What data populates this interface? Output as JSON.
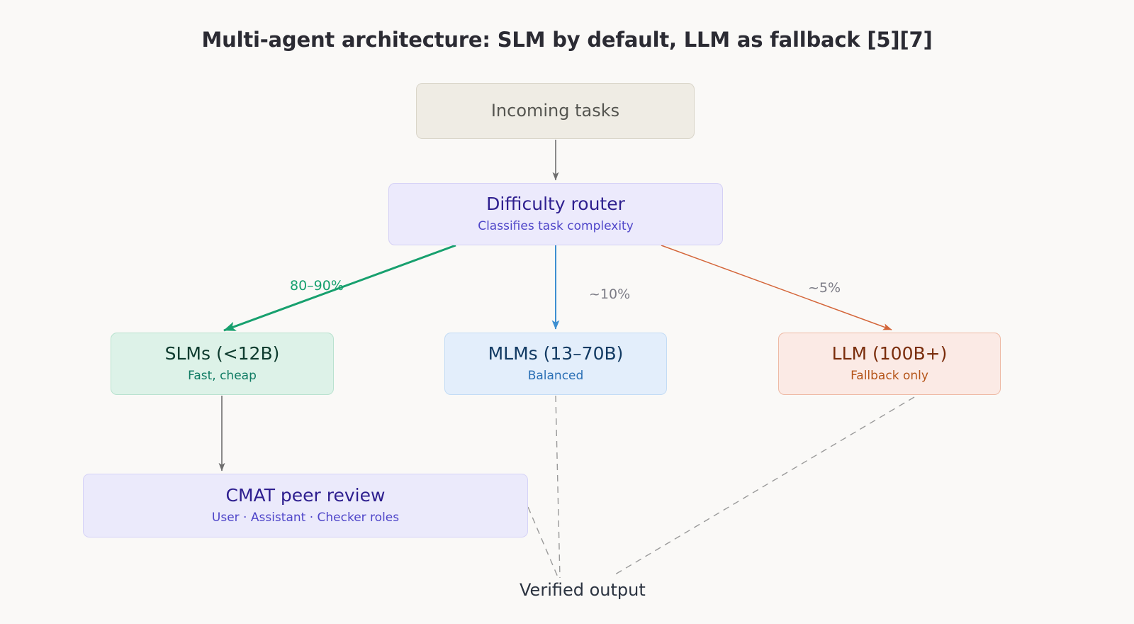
{
  "title": "Multi-agent architecture: SLM by default, LLM as fallback [5][7]",
  "colors": {
    "background": "#faf9f7",
    "title_text": "#2b2b33",
    "slm_accent": "#17a06e",
    "mlm_accent": "#3d8fd1",
    "llm_accent": "#d4663a",
    "neutral_edge": "#6e6e6e",
    "dashed_edge": "#9a9a9a",
    "label_gray": "#7c7c86"
  },
  "nodes": {
    "incoming": {
      "label": "Incoming tasks",
      "subtitle": "",
      "fill": "#efece4",
      "border": "#d9d5c9"
    },
    "router": {
      "label": "Difficulty router",
      "subtitle": "Classifies task complexity",
      "fill": "#eceafc",
      "border": "#d4d0f5"
    },
    "slm": {
      "label": "SLMs (<12B)",
      "subtitle": "Fast, cheap",
      "fill": "#ddf2e8",
      "border": "#b9e2cf"
    },
    "mlm": {
      "label": "MLMs (13–70B)",
      "subtitle": "Balanced",
      "fill": "#e3eefb",
      "border": "#c3dcf5"
    },
    "llm": {
      "label": "LLM (100B+)",
      "subtitle": "Fallback only",
      "fill": "#fbeae5",
      "border": "#eeb9a4"
    },
    "cmat": {
      "label": "CMAT peer review",
      "subtitle": "User · Assistant · Checker roles",
      "fill": "#ebeafb",
      "border": "#d6d3f7"
    },
    "verified": {
      "label": "Verified output",
      "subtitle": "",
      "fill": "none",
      "border": "none"
    }
  },
  "edges": [
    {
      "from": "incoming",
      "to": "router",
      "label": "",
      "style": "solid",
      "color": "#6e6e6e",
      "width": 1.6,
      "arrow": true
    },
    {
      "from": "router",
      "to": "slm",
      "label": "80–90%",
      "style": "solid",
      "color": "#17a06e",
      "width": 3,
      "arrow": true
    },
    {
      "from": "router",
      "to": "mlm",
      "label": "~10%",
      "style": "solid",
      "color": "#3d8fd1",
      "width": 2,
      "arrow": true
    },
    {
      "from": "router",
      "to": "llm",
      "label": "~5%",
      "style": "solid",
      "color": "#d4663a",
      "width": 1.5,
      "arrow": true
    },
    {
      "from": "slm",
      "to": "cmat",
      "label": "",
      "style": "solid",
      "color": "#6e6e6e",
      "width": 1.6,
      "arrow": true
    },
    {
      "from": "mlm",
      "to": "verified",
      "label": "",
      "style": "dashed",
      "color": "#9a9a9a",
      "width": 1.4,
      "arrow": false
    },
    {
      "from": "cmat",
      "to": "verified",
      "label": "",
      "style": "dashed",
      "color": "#9a9a9a",
      "width": 1.4,
      "arrow": false
    },
    {
      "from": "llm",
      "to": "verified",
      "label": "",
      "style": "dashed",
      "color": "#9a9a9a",
      "width": 1.4,
      "arrow": false
    }
  ],
  "edge_labels": {
    "slm_share": "80–90%",
    "mlm_share": "~10%",
    "llm_share": "~5%"
  }
}
